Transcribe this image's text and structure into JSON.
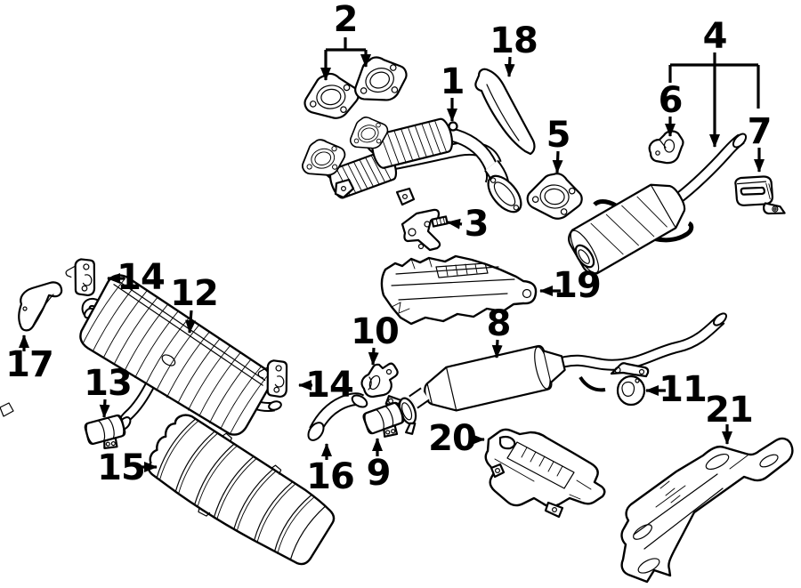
{
  "diagram": {
    "background_color": "#ffffff",
    "line_color": "#000000",
    "callouts": {
      "c1": {
        "label": "1"
      },
      "c2": {
        "label": "2"
      },
      "c3": {
        "label": "3"
      },
      "c4": {
        "label": "4"
      },
      "c5": {
        "label": "5"
      },
      "c6": {
        "label": "6"
      },
      "c7": {
        "label": "7"
      },
      "c8": {
        "label": "8"
      },
      "c9": {
        "label": "9"
      },
      "c10": {
        "label": "10"
      },
      "c11": {
        "label": "11"
      },
      "c12": {
        "label": "12"
      },
      "c13": {
        "label": "13"
      },
      "c14a": {
        "label": "14"
      },
      "c14b": {
        "label": "14"
      },
      "c15": {
        "label": "15"
      },
      "c16": {
        "label": "16"
      },
      "c17": {
        "label": "17"
      },
      "c18": {
        "label": "18"
      },
      "c19": {
        "label": "19"
      },
      "c20": {
        "label": "20"
      },
      "c21": {
        "label": "21"
      }
    }
  }
}
